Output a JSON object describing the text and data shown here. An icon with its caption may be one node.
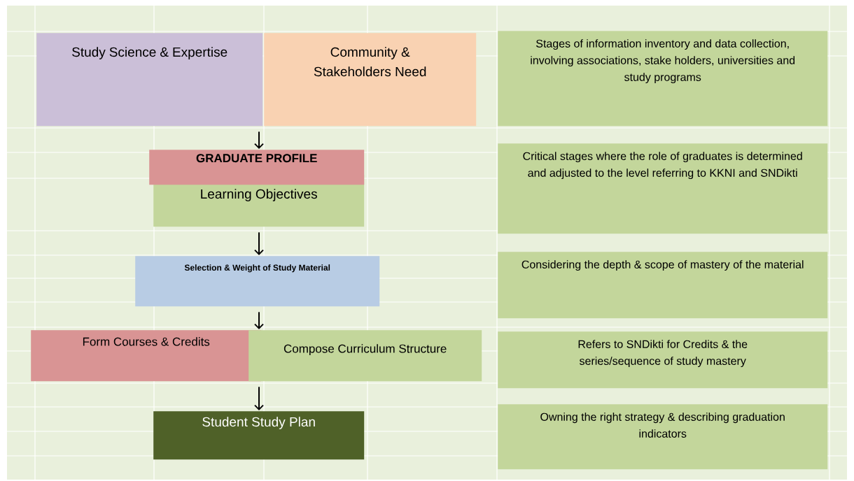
{
  "diagram": {
    "nodes": [
      {
        "text": [
          "Study Science & Expertise"
        ]
      },
      {
        "text": [
          "Community & Stakeholders Need"
        ]
      },
      {
        "text": [
          "GRADUATE PROFILE"
        ]
      },
      {
        "text": [
          "Learning Objectives"
        ]
      },
      {
        "text": [
          "Selection & Weight of Study Material"
        ]
      },
      {
        "text": [
          "Form Courses & Credits"
        ]
      },
      {
        "text": [
          "Compose Curriculum Structure"
        ]
      },
      {
        "text": [
          "Student Study Plan"
        ]
      },
      {
        "text": [
          "Stages of information inventory and data collection, involving associations, stake holders, universities and study programs"
        ]
      },
      {
        "text": [
          "Critical stages where the role of graduates is determined and adjusted to the level referring to KKNI and SNDikti"
        ]
      },
      {
        "text": [
          "Considering the depth & scope of mastery of the material"
        ]
      },
      {
        "text": [
          "Refers to SNDikti for Credits & the series/sequence of study mastery"
        ]
      },
      {
        "text": [
          "Owning the right strategy & describing graduation indicators"
        ]
      }
    ],
    "edges": [
      {
        "from": 0,
        "to": 2,
        "arrow": "to"
      },
      {
        "from": 3,
        "to": 4,
        "arrow": "to"
      },
      {
        "from": 4,
        "to": 5,
        "arrow": "to"
      },
      {
        "from": 5,
        "to": 7,
        "arrow": "to"
      }
    ]
  }
}
